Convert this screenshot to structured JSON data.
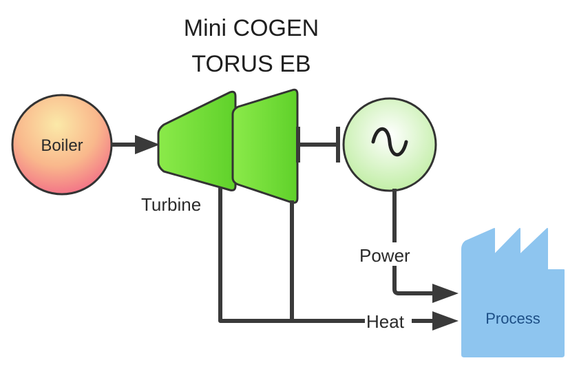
{
  "title": {
    "line1": "Mini COGEN",
    "line2": "TORUS EB"
  },
  "nodes": {
    "boiler": "Boiler",
    "turbine": "Turbine",
    "process": "Process"
  },
  "edges": {
    "power": "Power",
    "heat": "Heat"
  },
  "icons": {
    "generator": "alternating-current-icon",
    "process": "factory-icon"
  },
  "colors": {
    "boiler_top": "#fbe6a2",
    "boiler_bottom": "#f26a86",
    "turbine_green": "#7ee23a",
    "generator_green": "#c9f0b5",
    "factory_blue": "#8ec5ef",
    "line": "#3a3a3a"
  }
}
